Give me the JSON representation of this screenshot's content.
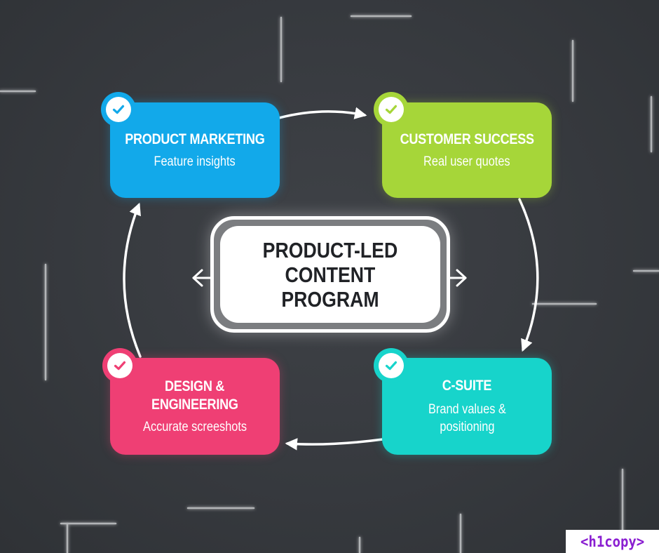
{
  "diagram": {
    "type": "cycle",
    "center": {
      "lines": [
        "PRODUCT-LED",
        "CONTENT",
        "PROGRAM"
      ],
      "side_arrows": [
        "left",
        "right"
      ]
    },
    "nodes": [
      {
        "id": "product-marketing",
        "title": "PRODUCT MARKETING",
        "subtitle": "Feature insights",
        "color": "#12a9ea",
        "icon": "check-icon",
        "position": "top-left"
      },
      {
        "id": "customer-success",
        "title": "CUSTOMER SUCCESS",
        "subtitle": "Real user quotes",
        "color": "#a6d639",
        "icon": "check-icon",
        "position": "top-right"
      },
      {
        "id": "c-suite",
        "title": "C-SUITE",
        "subtitle_lines": [
          "Brand values &",
          "positioning"
        ],
        "color": "#17d4cb",
        "icon": "check-icon",
        "position": "bottom-right"
      },
      {
        "id": "design-engineering",
        "title_lines": [
          "DESIGN &",
          "ENGINEERING"
        ],
        "subtitle": "Accurate screeshots",
        "color": "#ef3f74",
        "icon": "check-icon",
        "position": "bottom-left"
      }
    ],
    "edges": [
      {
        "from": "product-marketing",
        "to": "customer-success"
      },
      {
        "from": "customer-success",
        "to": "c-suite"
      },
      {
        "from": "c-suite",
        "to": "design-engineering"
      },
      {
        "from": "design-engineering",
        "to": "product-marketing"
      }
    ]
  },
  "theme": {
    "background": "#3a3d42",
    "arrow_color": "#ffffff",
    "center_text_color": "#202226"
  },
  "watermark": {
    "text": "<h1copy>",
    "color": "#8a1ed1"
  }
}
